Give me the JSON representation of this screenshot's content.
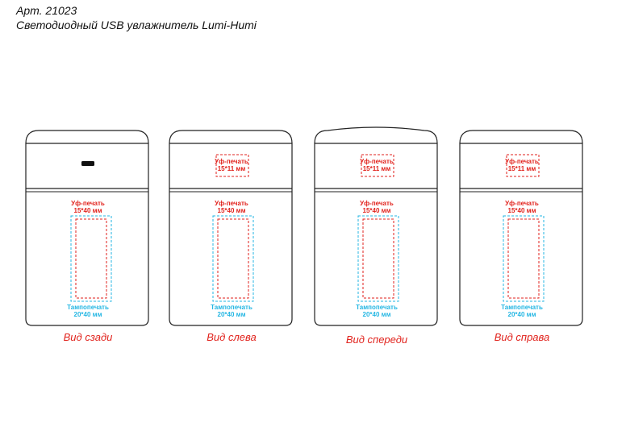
{
  "header": {
    "article": "Арт. 21023",
    "product": "Светодиодный USB увлажнитель Lumi-Humi"
  },
  "colors": {
    "outline": "#222222",
    "uv_print": "#e1221c",
    "pad_print": "#23b6e3",
    "caption": "#e1221c"
  },
  "print_zones": {
    "uv_top": {
      "label": "Уф-печать",
      "size": "15*11 мм"
    },
    "uv_main": {
      "label": "Уф-печать",
      "size": "15*40 мм"
    },
    "pad_main": {
      "label": "Тампопечать",
      "size": "20*40 мм"
    }
  },
  "views": [
    {
      "caption": "Вид сзади",
      "has_button": true,
      "has_top_zone": false
    },
    {
      "caption": "Вид слева",
      "has_button": false,
      "has_top_zone": true
    },
    {
      "caption": "Вид спереди",
      "has_button": false,
      "has_top_zone": true
    },
    {
      "caption": "Вид справа",
      "has_button": false,
      "has_top_zone": true
    }
  ]
}
